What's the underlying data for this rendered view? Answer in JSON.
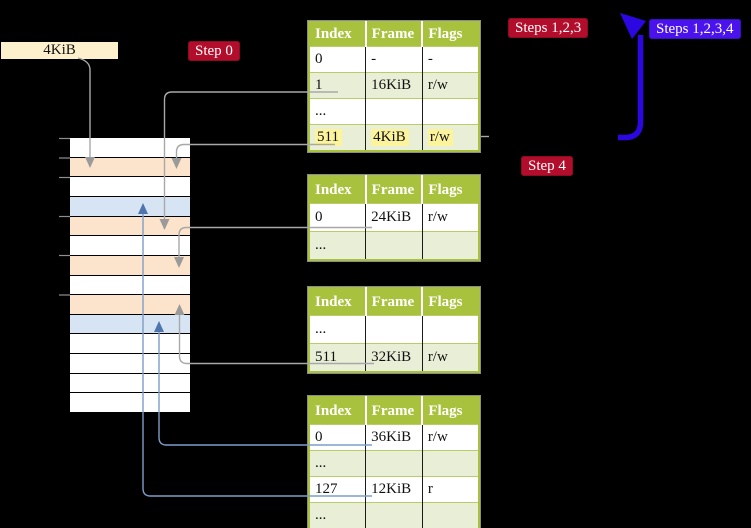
{
  "frame_label": "4KiB",
  "badges": {
    "step0": "Step 0",
    "steps123": "Steps 1,2,3",
    "steps1234": "Steps 1,2,3,4",
    "step4": "Step 4"
  },
  "tables": [
    {
      "name": "page-table-level4",
      "headers": [
        "Index",
        "Frame",
        "Flags"
      ],
      "rows": [
        {
          "index": "0",
          "frame": "-",
          "flags": "-",
          "shaded": false,
          "highlight": false
        },
        {
          "index": "1",
          "frame": "16KiB",
          "flags": "r/w",
          "shaded": true,
          "highlight": false
        },
        {
          "index": "...",
          "frame": "",
          "flags": "",
          "shaded": false,
          "highlight": false
        },
        {
          "index": "511",
          "frame": "4KiB",
          "flags": "r/w",
          "shaded": true,
          "highlight": true
        }
      ]
    },
    {
      "name": "page-table-level3",
      "headers": [
        "Index",
        "Frame",
        "Flags"
      ],
      "rows": [
        {
          "index": "0",
          "frame": "24KiB",
          "flags": "r/w",
          "shaded": false,
          "highlight": false
        },
        {
          "index": "...",
          "frame": "",
          "flags": "",
          "shaded": true,
          "highlight": false
        }
      ]
    },
    {
      "name": "page-table-level2",
      "headers": [
        "Index",
        "Frame",
        "Flags"
      ],
      "rows": [
        {
          "index": "...",
          "frame": "",
          "flags": "",
          "shaded": false,
          "highlight": false
        },
        {
          "index": "511",
          "frame": "32KiB",
          "flags": "r/w",
          "shaded": true,
          "highlight": false
        }
      ]
    },
    {
      "name": "page-table-level1",
      "headers": [
        "Index",
        "Frame",
        "Flags"
      ],
      "rows": [
        {
          "index": "0",
          "frame": "36KiB",
          "flags": "r/w",
          "shaded": false,
          "highlight": false
        },
        {
          "index": "...",
          "frame": "",
          "flags": "",
          "shaded": true,
          "highlight": false
        },
        {
          "index": "127",
          "frame": "12KiB",
          "flags": "r",
          "shaded": false,
          "highlight": false
        },
        {
          "index": "...",
          "frame": "",
          "flags": "",
          "shaded": true,
          "highlight": false
        }
      ]
    }
  ],
  "memory_strip": {
    "rows": [
      "free",
      "table",
      "free",
      "page",
      "table",
      "free",
      "table",
      "free",
      "table",
      "page",
      "free",
      "free",
      "free",
      "free"
    ]
  },
  "colors": {
    "table_header": "#a9c23e",
    "row_shaded": "#e9eed7",
    "highlight": "#fcf49d",
    "frame_box": "#fdf0cd",
    "badge_red": "#b30d2c",
    "badge_blue": "#4a13ee",
    "memory_table": "#fce3cc",
    "memory_page": "#d6e4f4",
    "memory_free": "#ffffff",
    "arrow_gray": "#a8a8a8",
    "arrow_blue": "#7e9dc9",
    "arrow_thick": "#2d07e1"
  }
}
